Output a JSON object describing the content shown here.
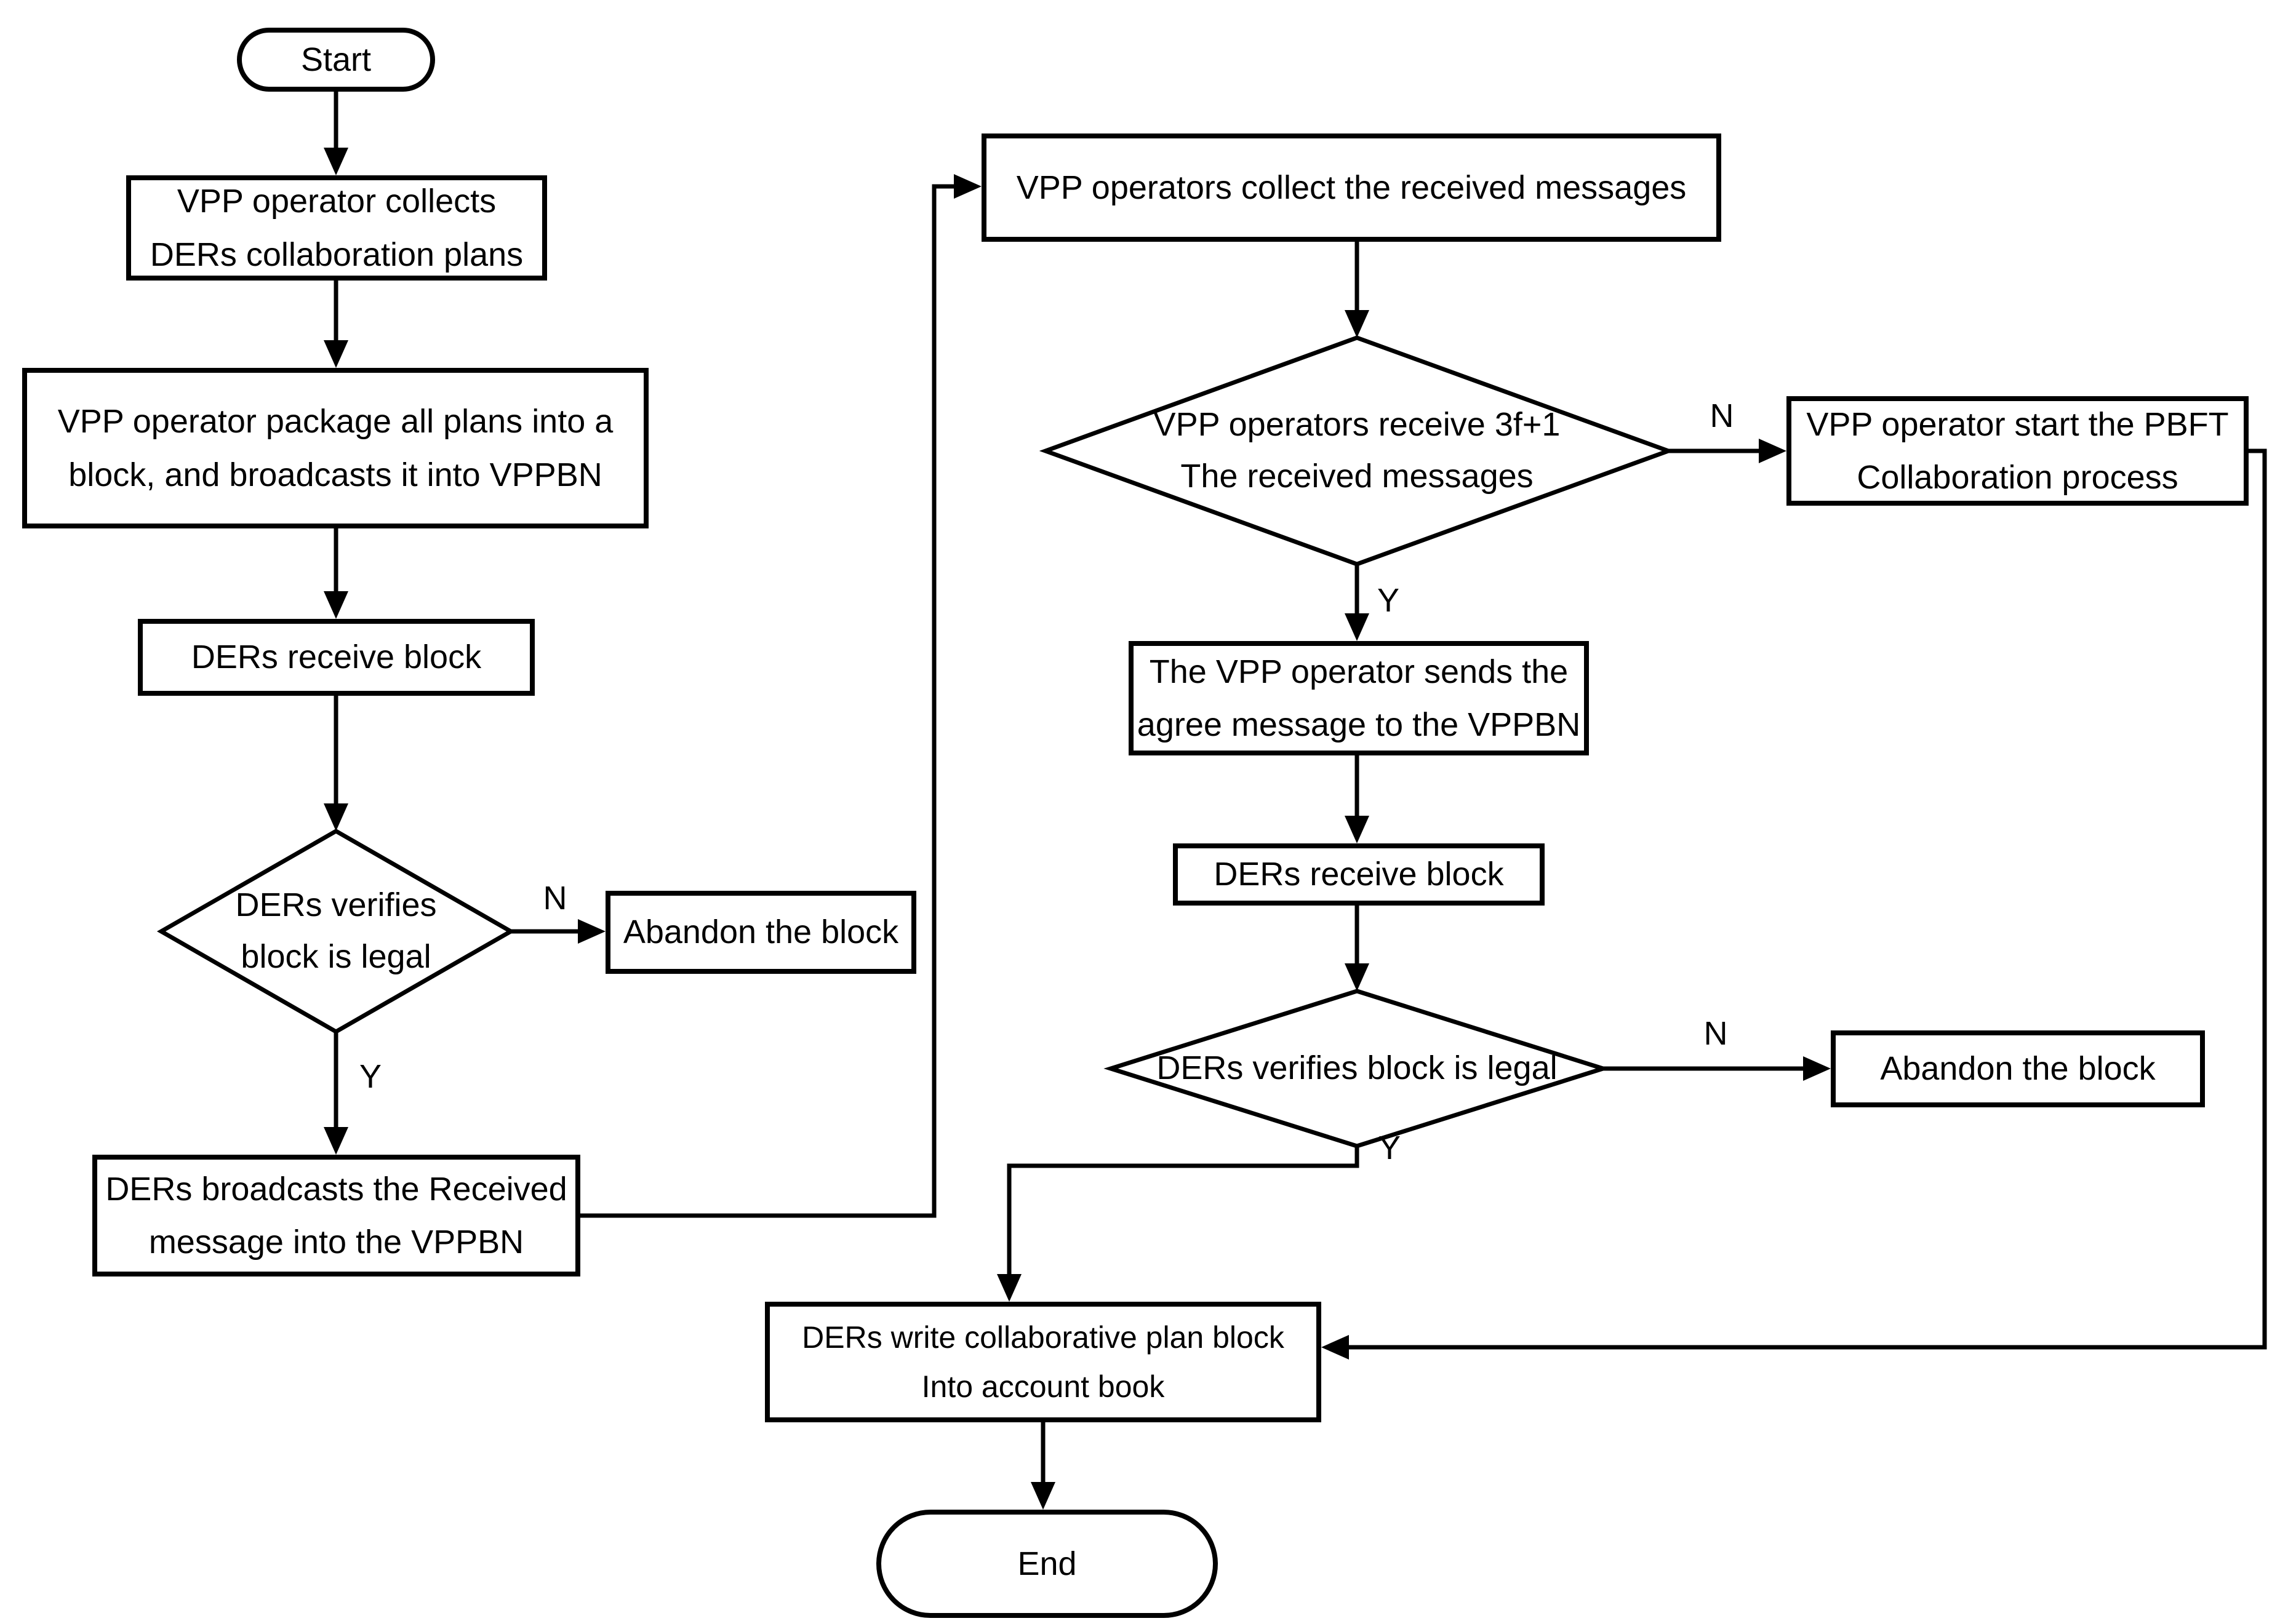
{
  "nodes": {
    "start": {
      "label": "Start",
      "shape": "terminal"
    },
    "collect_plans": {
      "label": "VPP operator collects\nDERs collaboration plans",
      "shape": "process"
    },
    "package_block": {
      "label": "VPP operator package all plans into a\nblock, and broadcasts it into VPPBN",
      "shape": "process"
    },
    "ders_receive_block_left": {
      "label": "DERs receive block",
      "shape": "process"
    },
    "verify_block_left": {
      "label": "DERs verifies\nblock is legal",
      "shape": "decision"
    },
    "abandon_block_left": {
      "label": "Abandon the block",
      "shape": "process"
    },
    "broadcast_received": {
      "label": "DERs broadcasts the Received\nmessage into the VPPBN",
      "shape": "process"
    },
    "collect_messages": {
      "label": "VPP operators collect the received messages",
      "shape": "process"
    },
    "receive_3f1": {
      "label": "VPP operators receive 3f+1\nThe received messages",
      "shape": "decision"
    },
    "start_pbft": {
      "label": "VPP operator start the PBFT\nCollaboration process",
      "shape": "process"
    },
    "send_agree": {
      "label": "The VPP operator sends the\nagree message to the VPPBN",
      "shape": "process"
    },
    "ders_receive_block_right": {
      "label": "DERs receive block",
      "shape": "process"
    },
    "verify_block_right": {
      "label": "DERs verifies block is legal",
      "shape": "decision"
    },
    "abandon_block_right": {
      "label": "Abandon the block",
      "shape": "process"
    },
    "write_block": {
      "label": "DERs write collaborative plan block\nInto account book",
      "shape": "process"
    },
    "end": {
      "label": "End",
      "shape": "terminal"
    }
  },
  "edge_labels": {
    "verify_left_no": "N",
    "verify_left_yes": "Y",
    "receive_3f1_no": "N",
    "receive_3f1_yes": "Y",
    "verify_right_no": "N",
    "verify_right_yes": "Y"
  },
  "colors": {
    "stroke": "#000000",
    "bg": "#ffffff"
  }
}
